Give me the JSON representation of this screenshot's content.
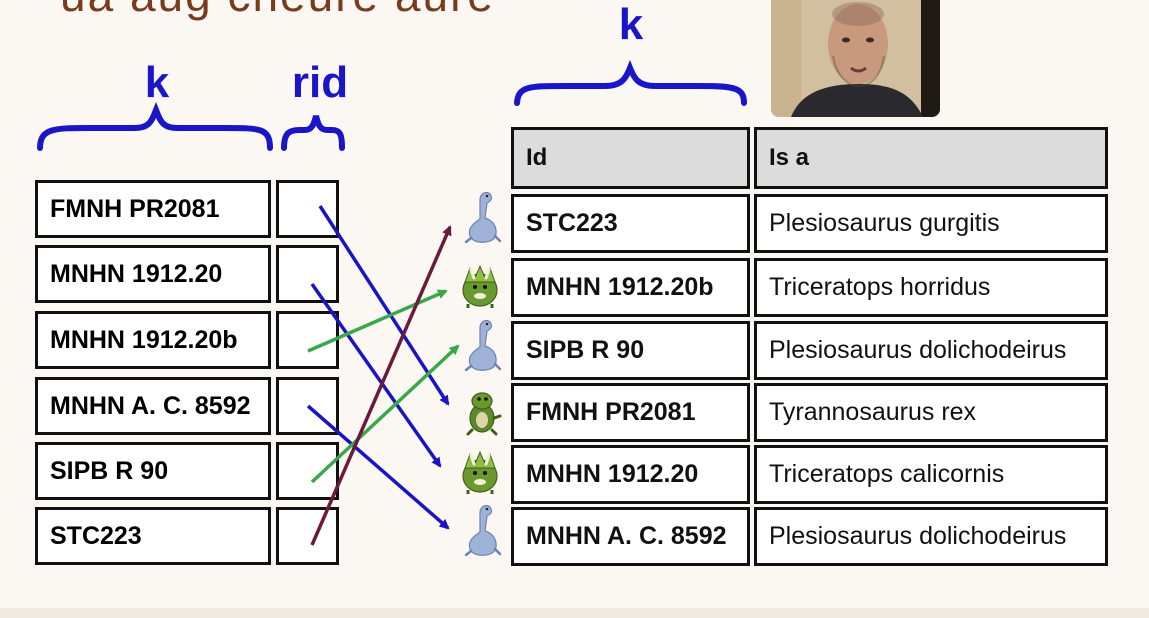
{
  "slide": {
    "title_fragment": "ua aug cneure aure"
  },
  "left_table": {
    "brace_k_label": "k",
    "brace_rid_label": "rid",
    "keys": [
      "FMNH PR2081",
      "MNHN 1912.20",
      "MNHN 1912.20b",
      "MNHN A. C. 8592",
      "SIPB R 90",
      "STC223"
    ]
  },
  "right_table": {
    "brace_k_label": "k",
    "headers": {
      "id": "Id",
      "is_a": "Is a"
    },
    "rows": [
      {
        "id": "STC223",
        "is_a": "Plesiosaurus gurgitis",
        "icon": "plesiosaur-icon"
      },
      {
        "id": "MNHN 1912.20b",
        "is_a": "Triceratops horridus",
        "icon": "triceratops-icon"
      },
      {
        "id": "SIPB R 90",
        "is_a": "Plesiosaurus dolichodeirus",
        "icon": "plesiosaur-icon"
      },
      {
        "id": "FMNH PR2081",
        "is_a": "Tyrannosaurus rex",
        "icon": "tyrannosaur-icon"
      },
      {
        "id": "MNHN 1912.20",
        "is_a": "Triceratops calicornis",
        "icon": "triceratops-icon"
      },
      {
        "id": "MNHN A. C. 8592",
        "is_a": "Plesiosaurus dolichodeirus",
        "icon": "plesiosaur-icon"
      }
    ]
  },
  "arrows": [
    {
      "from_key_index": 0,
      "to_row_index": 3,
      "color": "#1a14c4"
    },
    {
      "from_key_index": 1,
      "to_row_index": 4,
      "color": "#1a14c4"
    },
    {
      "from_key_index": 2,
      "to_row_index": 1,
      "color": "#3aa848"
    },
    {
      "from_key_index": 3,
      "to_row_index": 5,
      "color": "#1a14c4"
    },
    {
      "from_key_index": 4,
      "to_row_index": 2,
      "color": "#3aa848"
    },
    {
      "from_key_index": 5,
      "to_row_index": 0,
      "color": "#6b1a3c"
    }
  ],
  "colors": {
    "brace": "#1a15c8",
    "plesiosaur": "#9fb2d8",
    "dino_green": "#5f8d2c"
  }
}
